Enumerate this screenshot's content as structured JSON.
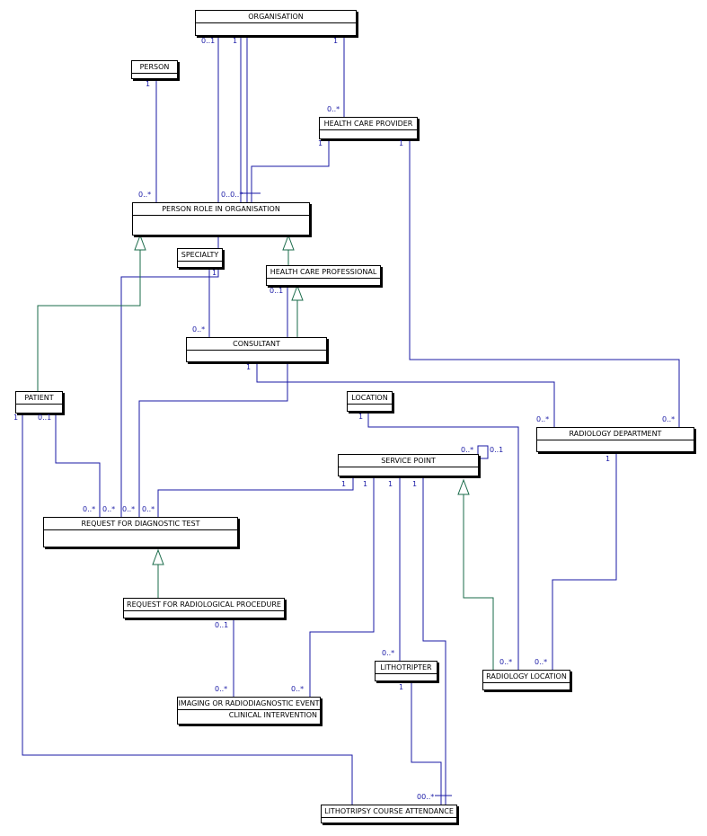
{
  "entities": {
    "organisation": {
      "name": "ORGANISATION"
    },
    "person": {
      "name": "PERSON"
    },
    "health_care_provider": {
      "name": "HEALTH CARE PROVIDER"
    },
    "person_role": {
      "name": "PERSON ROLE IN ORGANISATION"
    },
    "specialty": {
      "name": "SPECIALTY"
    },
    "health_care_professional": {
      "name": "HEALTH CARE PROFESSIONAL"
    },
    "consultant": {
      "name": "CONSULTANT"
    },
    "patient": {
      "name": "PATIENT"
    },
    "location": {
      "name": "LOCATION"
    },
    "radiology_department": {
      "name": "RADIOLOGY DEPARTMENT"
    },
    "service_point": {
      "name": "SERVICE POINT"
    },
    "request_diagnostic": {
      "name": "REQUEST FOR DIAGNOSTIC TEST"
    },
    "request_radiological": {
      "name": "REQUEST FOR RADIOLOGICAL PROCEDURE"
    },
    "lithotripter": {
      "name": "LITHOTRIPTER"
    },
    "radiology_location": {
      "name": "RADIOLOGY LOCATION"
    },
    "imaging_event": {
      "name": "IMAGING OR RADIODIAGNOSTIC EVENT",
      "name_line2": "CLINICAL INTERVENTION"
    },
    "lithotripsy_attendance": {
      "name": "LITHOTRIPSY COURSE ATTENDANCE"
    }
  },
  "multiplicities": {
    "m01": "0..1",
    "m02": "1",
    "m03": "1",
    "m04": "1",
    "m05": "0..*",
    "m06": "1",
    "m07": "1",
    "m08": "0..0..*",
    "m09": "0..*",
    "m10": "1",
    "m11": "0..1",
    "m12": "0..*",
    "m13": "1",
    "m14": "1",
    "m15": "0..1",
    "m16": "1",
    "m17": "0..*",
    "m18": "0..*",
    "m19": "0..*",
    "m20": "0..1",
    "m21": "1",
    "m22": "0..*",
    "m23": "0..*",
    "m24": "0..*",
    "m25": "0..*",
    "m26": "1",
    "m27": "1",
    "m28": "1",
    "m29": "1",
    "m30": "1",
    "m31": "0..1",
    "m32": "0..*",
    "m33": "0..*",
    "m34": "1",
    "m35": "0..*",
    "m36": "0..*",
    "m37": "0..*",
    "m38": "00..*"
  },
  "colors": {
    "association": "#1a1aa6",
    "generalization": "#1a6b4a",
    "border": "#000000"
  }
}
